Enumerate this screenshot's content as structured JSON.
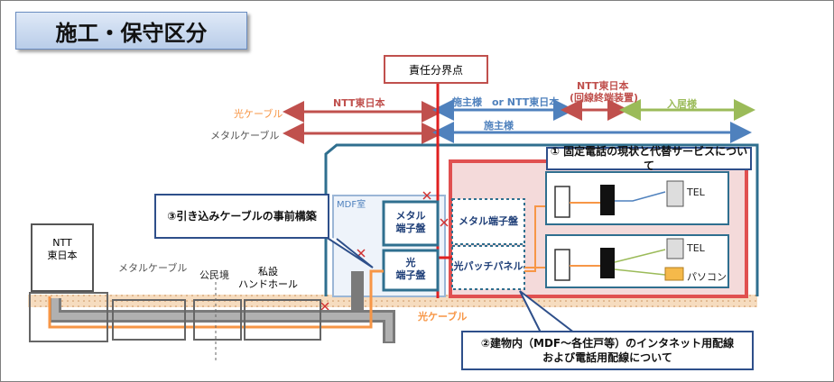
{
  "title": "施工・保守区分",
  "responsibility_point": "責任分界点",
  "cables": {
    "optical_label": "光ケーブル",
    "metal_label": "メタルケーブル",
    "ground_optical": "光ケーブル",
    "ground_metal": "メタルケーブル"
  },
  "zones": {
    "ntt_east_left": "NTT東日本",
    "owner_or_ntt": "施主様　or NTT東日本",
    "ntt_east_onu_line1": "NTT東日本",
    "ntt_east_onu_line2": "(回線終端装置)",
    "tenant": "入居様",
    "owner": "施主様"
  },
  "boxes": {
    "ntt_building_line1": "NTT",
    "ntt_building_line2": "東日本",
    "mdf_room": "MDF室",
    "metal_panel_line1": "メタル",
    "metal_panel_line2": "端子盤",
    "optical_panel_line1": "光",
    "optical_panel_line2": "端子盤",
    "metal_panel_dashed": "メタル端子盤",
    "optical_patch_panel": "光パッチパネル",
    "public_private": "公民境",
    "private_handhole_line1": "私設",
    "private_handhole_line2": "ハンドホール"
  },
  "devices": {
    "tel_top": "TEL",
    "tel_bottom": "TEL",
    "pc": "パソコン"
  },
  "callouts": {
    "c1": "①  固定電話の現状と代替サービスについて",
    "c2_line1": "②建物内（MDF～各住戸等）のインタネット用配線",
    "c2_line2": "および電話用配線について",
    "c3": "③引き込みケーブルの事前構築"
  },
  "colors": {
    "red": "#c0504d",
    "blue": "#4f81bd",
    "green": "#9bbb59",
    "orange": "#f79646",
    "teal": "#2f6f8f",
    "callout_border": "#2e4f8a"
  }
}
